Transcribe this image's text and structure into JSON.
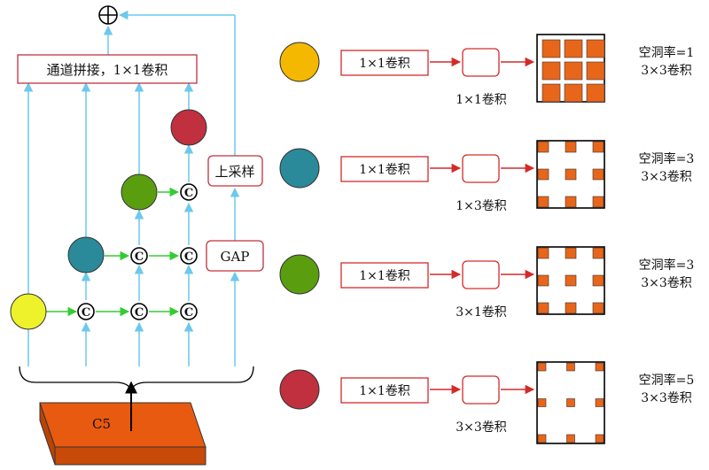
{
  "left": {
    "concat_label": "通道拼接，1×1卷积",
    "upsample_label": "上采样",
    "gap_label": "GAP",
    "c5_label": "C5",
    "concat_symbol": "C",
    "sum_symbol": "⊕"
  },
  "branches": [
    {
      "conv_label": "1×1卷积",
      "sub_label": "1×1卷积",
      "rate_label": "空洞率=1",
      "kernel_label": "3×3卷积",
      "color": "#f5b800"
    },
    {
      "conv_label": "1×1卷积",
      "sub_label": "1×3卷积",
      "rate_label": "空洞率=3",
      "kernel_label": "3×3卷积",
      "color": "#2b8a9a"
    },
    {
      "conv_label": "1×1卷积",
      "sub_label": "3×1卷积",
      "rate_label": "空洞率=3",
      "kernel_label": "3×3卷积",
      "color": "#5a9e0f"
    },
    {
      "conv_label": "1×1卷积",
      "sub_label": "3×3卷积",
      "rate_label": "空洞率=5",
      "kernel_label": "3×3卷积",
      "color": "#c0303f"
    }
  ],
  "colors": {
    "arrow_blue": "#6cc8ec",
    "arrow_green": "#33cc33",
    "box_red": "#d42a2a",
    "c5_fill": "#e85a10",
    "grid_cell": "#e8661a",
    "yellow_circle": "#eef22a",
    "teal_circle": "#2b8a9a",
    "green_circle": "#5a9e0f",
    "red_circle": "#c0303f"
  }
}
